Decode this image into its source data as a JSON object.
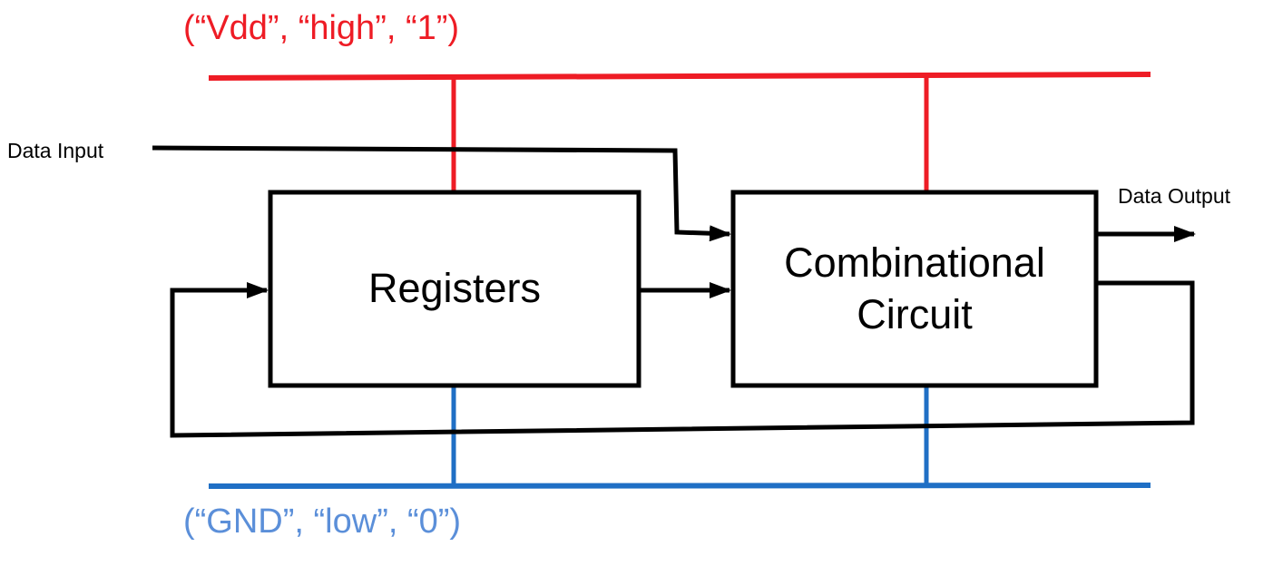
{
  "colors": {
    "vdd": "#ee1c25",
    "gnd": "#1f6fc5",
    "gnd_text": "#5b8fd9",
    "wire": "#000000"
  },
  "supply": {
    "vdd_label": "(“Vdd”, “high”, “1”)",
    "gnd_label": "(“GND”, “low”, “0”)"
  },
  "io": {
    "input_label": "Data Input",
    "output_label": "Data Output"
  },
  "blocks": {
    "registers_label": "Registers",
    "combinational_line1": "Combinational",
    "combinational_line2": "Circuit"
  }
}
